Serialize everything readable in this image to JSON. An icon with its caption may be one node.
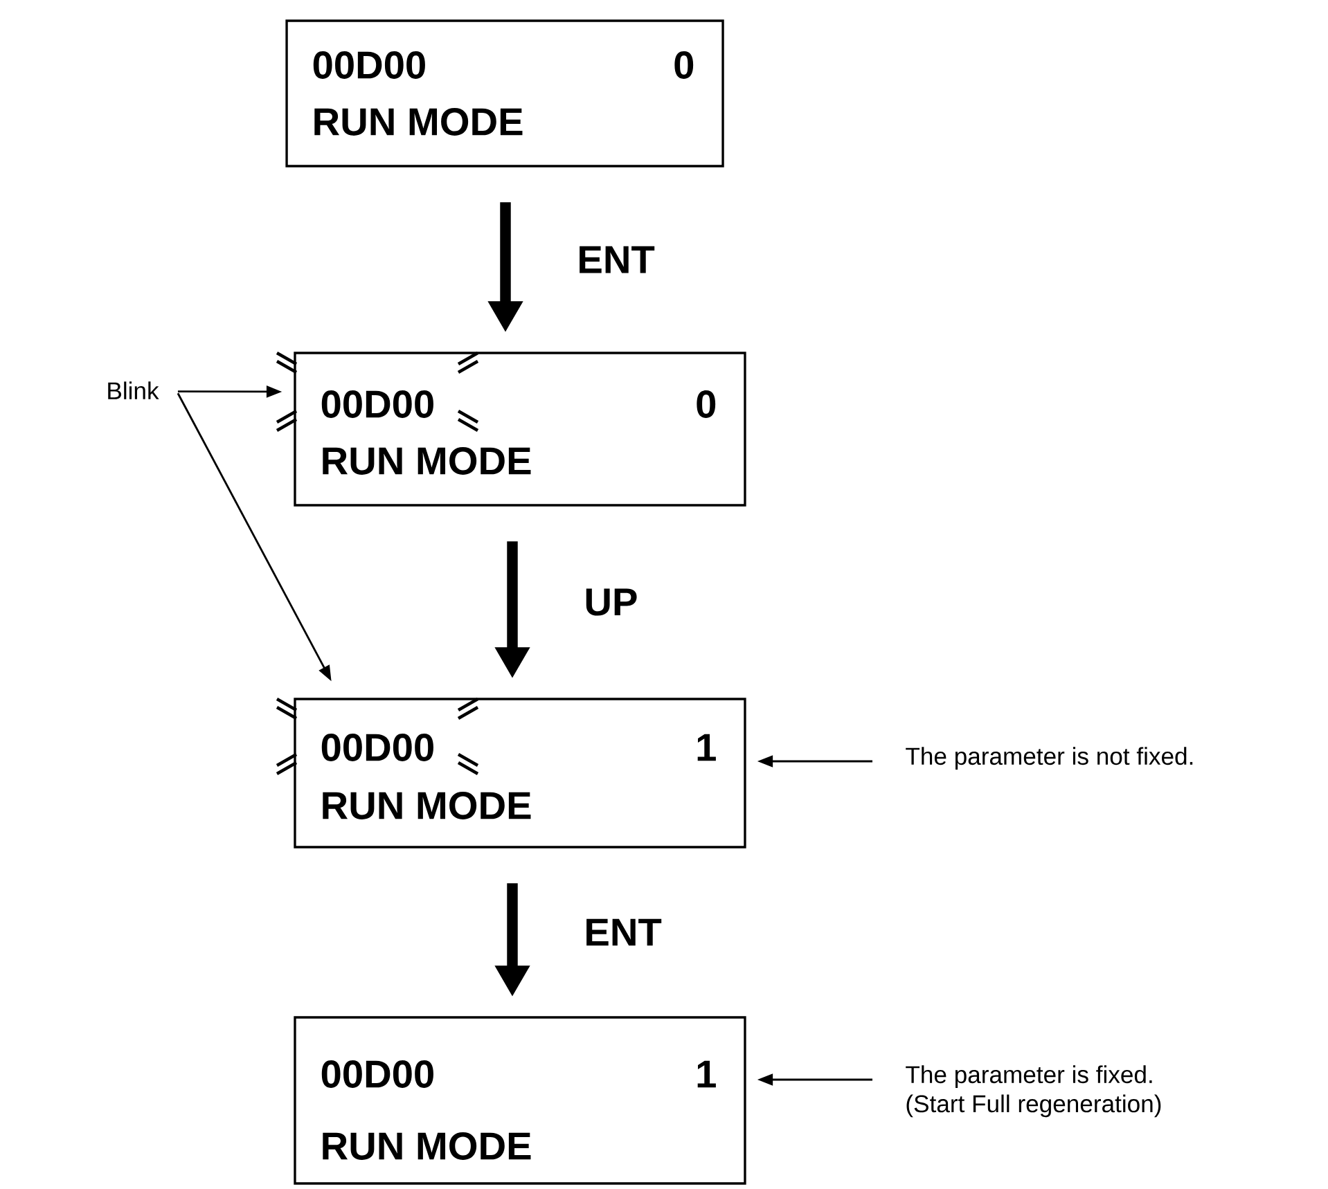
{
  "diagram": {
    "nodes": [
      {
        "text": [
          "00D00",
          "0",
          "RUN MODE"
        ]
      },
      {
        "text": [
          "00D00",
          "0",
          "RUN MODE"
        ]
      },
      {
        "text": [
          "00D00",
          "1",
          "RUN MODE"
        ]
      },
      {
        "text": [
          "00D00",
          "1",
          "RUN MODE"
        ]
      },
      {
        "text": [
          "Blink"
        ]
      },
      {
        "text": [
          "The parameter is not fixed."
        ]
      },
      {
        "text": [
          "The parameter is fixed.",
          "(Start Full regeneration)"
        ]
      }
    ],
    "edges": [
      {
        "from": 0,
        "to": 1,
        "arrow": "to",
        "label": "ENT",
        "style": "thick"
      },
      {
        "from": 1,
        "to": 2,
        "arrow": "to",
        "label": "UP",
        "style": "thick"
      },
      {
        "from": 2,
        "to": 3,
        "arrow": "to",
        "label": "ENT",
        "style": "thick"
      },
      {
        "from": 4,
        "to": 1,
        "arrow": "to"
      },
      {
        "from": 4,
        "to": 2,
        "arrow": "to"
      },
      {
        "from": 5,
        "to": 2,
        "arrow": "to"
      },
      {
        "from": 6,
        "to": 3,
        "arrow": "to"
      }
    ]
  }
}
